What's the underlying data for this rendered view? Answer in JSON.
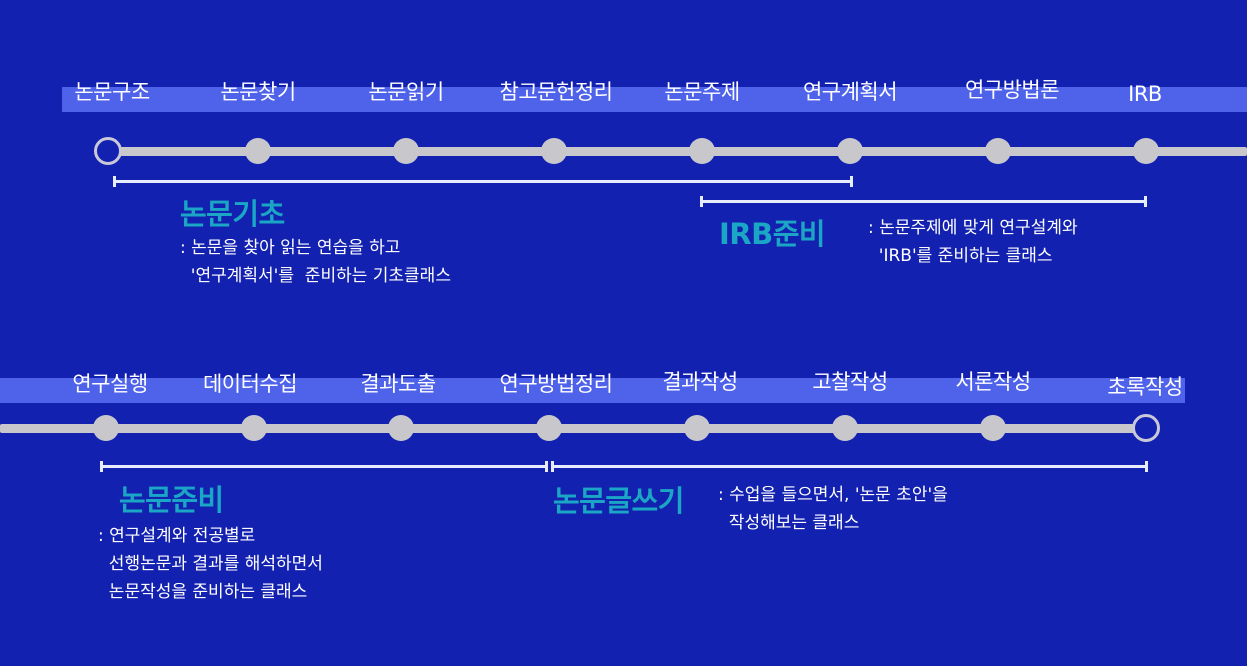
{
  "colors": {
    "background": "#1321b0",
    "band": "#4f62ea",
    "track": "#c7c7cc",
    "phase_title": "#1aa6c4",
    "text": "#ffffff"
  },
  "row1": {
    "steps": [
      "논문구조",
      "논문찾기",
      "논문읽기",
      "참고문헌정리",
      "논문주제",
      "연구계획서",
      "연구방법론",
      "IRB"
    ],
    "start_node": "hollow"
  },
  "row2": {
    "steps": [
      "연구실행",
      "데이터수집",
      "결과도출",
      "연구방법정리",
      "결과작성",
      "고찰작성",
      "서론작성",
      "초록작성"
    ],
    "end_node": "hollow"
  },
  "phases": [
    {
      "title": "논문기초",
      "desc": [
        ": 논문을 찾아 읽는 연습을 하고",
        "  '연구계획서'를  준비하는 기초클래스"
      ]
    },
    {
      "title": "IRB준비",
      "desc": [
        ": 논문주제에 맞게 연구설계와",
        "  'IRB'를 준비하는 클래스"
      ]
    },
    {
      "title": "논문준비",
      "desc": [
        ": 연구설계와 전공별로",
        "  선행논문과 결과를 해석하면서",
        "  논문작성을 준비하는 클래스"
      ]
    },
    {
      "title": "논문글쓰기",
      "desc": [
        ": 수업을 들으면서, '논문 초안'을",
        "  작성해보는 클래스"
      ]
    }
  ]
}
